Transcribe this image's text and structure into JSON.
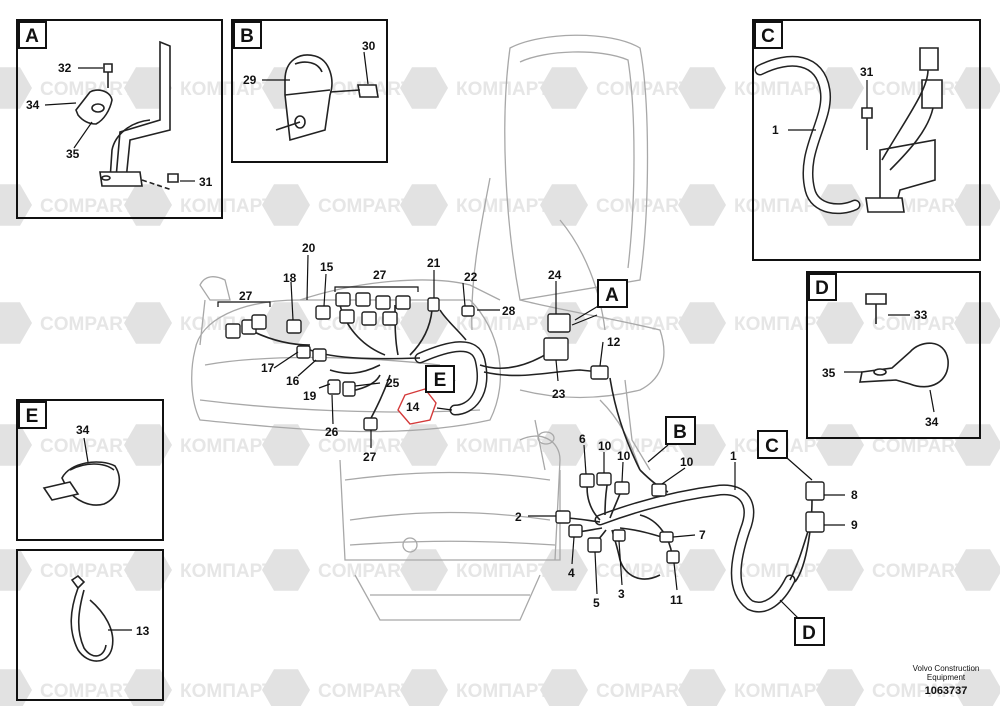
{
  "watermark": {
    "logo_text_cyrillic": "КОМПАРТ",
    "logo_text_latin": "COMPART"
  },
  "credit": {
    "line1": "Volvo Construction",
    "line2": "Equipment"
  },
  "drawing_number": "1063737",
  "detail_labels": {
    "A": "A",
    "B": "B",
    "C": "C",
    "D": "D",
    "E": "E"
  },
  "callouts": {
    "detail_a": [
      "32",
      "34",
      "35",
      "31"
    ],
    "detail_b": [
      "30",
      "29"
    ],
    "detail_c": [
      "31",
      "1"
    ],
    "detail_d": [
      "33",
      "35",
      "34"
    ],
    "detail_e": [
      "34"
    ],
    "detail_tie": [
      "13"
    ],
    "main": [
      "20",
      "15",
      "27",
      "21",
      "22",
      "28",
      "24",
      "18",
      "27",
      "17",
      "16",
      "19",
      "25",
      "26",
      "27",
      "14",
      "23",
      "12",
      "6",
      "10",
      "10",
      "10",
      "1",
      "8",
      "9",
      "2",
      "7",
      "4",
      "5",
      "3",
      "11"
    ]
  }
}
